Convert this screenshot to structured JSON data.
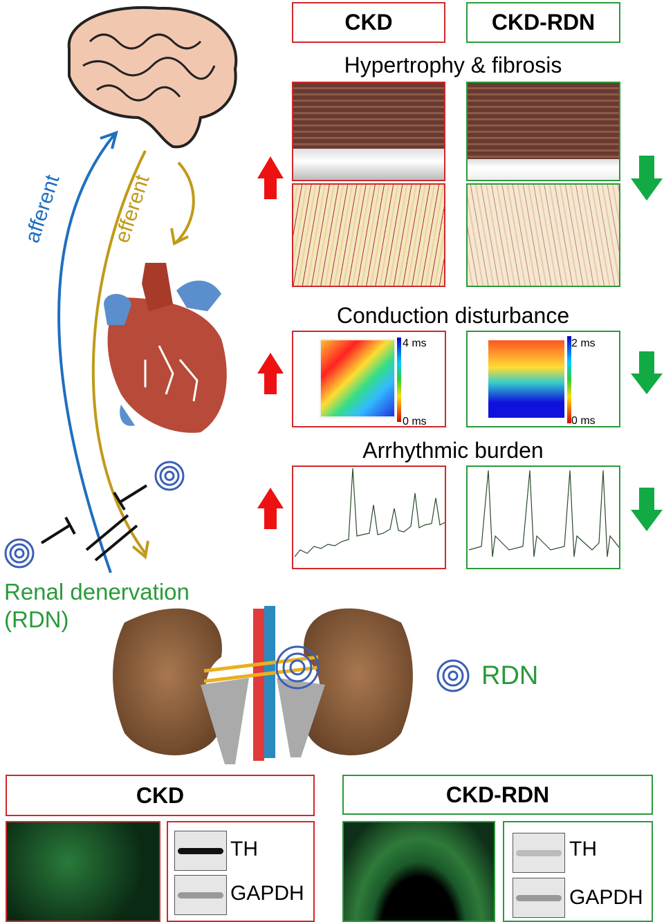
{
  "top_headers": {
    "ckd": "CKD",
    "ckd_rdn": "CKD-RDN"
  },
  "sections": {
    "hypertrophy": "Hypertrophy & fibrosis",
    "conduction": "Conduction disturbance",
    "arrhythmic": "Arrhythmic burden"
  },
  "maps": {
    "ckd": {
      "max": "4 ms",
      "min": "0 ms"
    },
    "ckd_rdn": {
      "max": "2 ms",
      "min": "0 ms"
    }
  },
  "pathway": {
    "afferent": "afferent",
    "efferent": "efferent"
  },
  "rdn_label": {
    "line1": "Renal denervation",
    "line2": "(RDN)"
  },
  "kidney_rdn": "RDN",
  "bottom": {
    "ckd": {
      "header": "CKD",
      "th": "TH",
      "gapdh": "GAPDH"
    },
    "ckd_rdn": {
      "header": "CKD-RDN",
      "th": "TH",
      "gapdh": "GAPDH"
    }
  },
  "colors": {
    "ckd": "#d02828",
    "rdn": "#2a9a3a",
    "afferent": "#1f6fbf",
    "efferent": "#c09a1a",
    "up": "#ee1111",
    "down": "#11aa44"
  }
}
